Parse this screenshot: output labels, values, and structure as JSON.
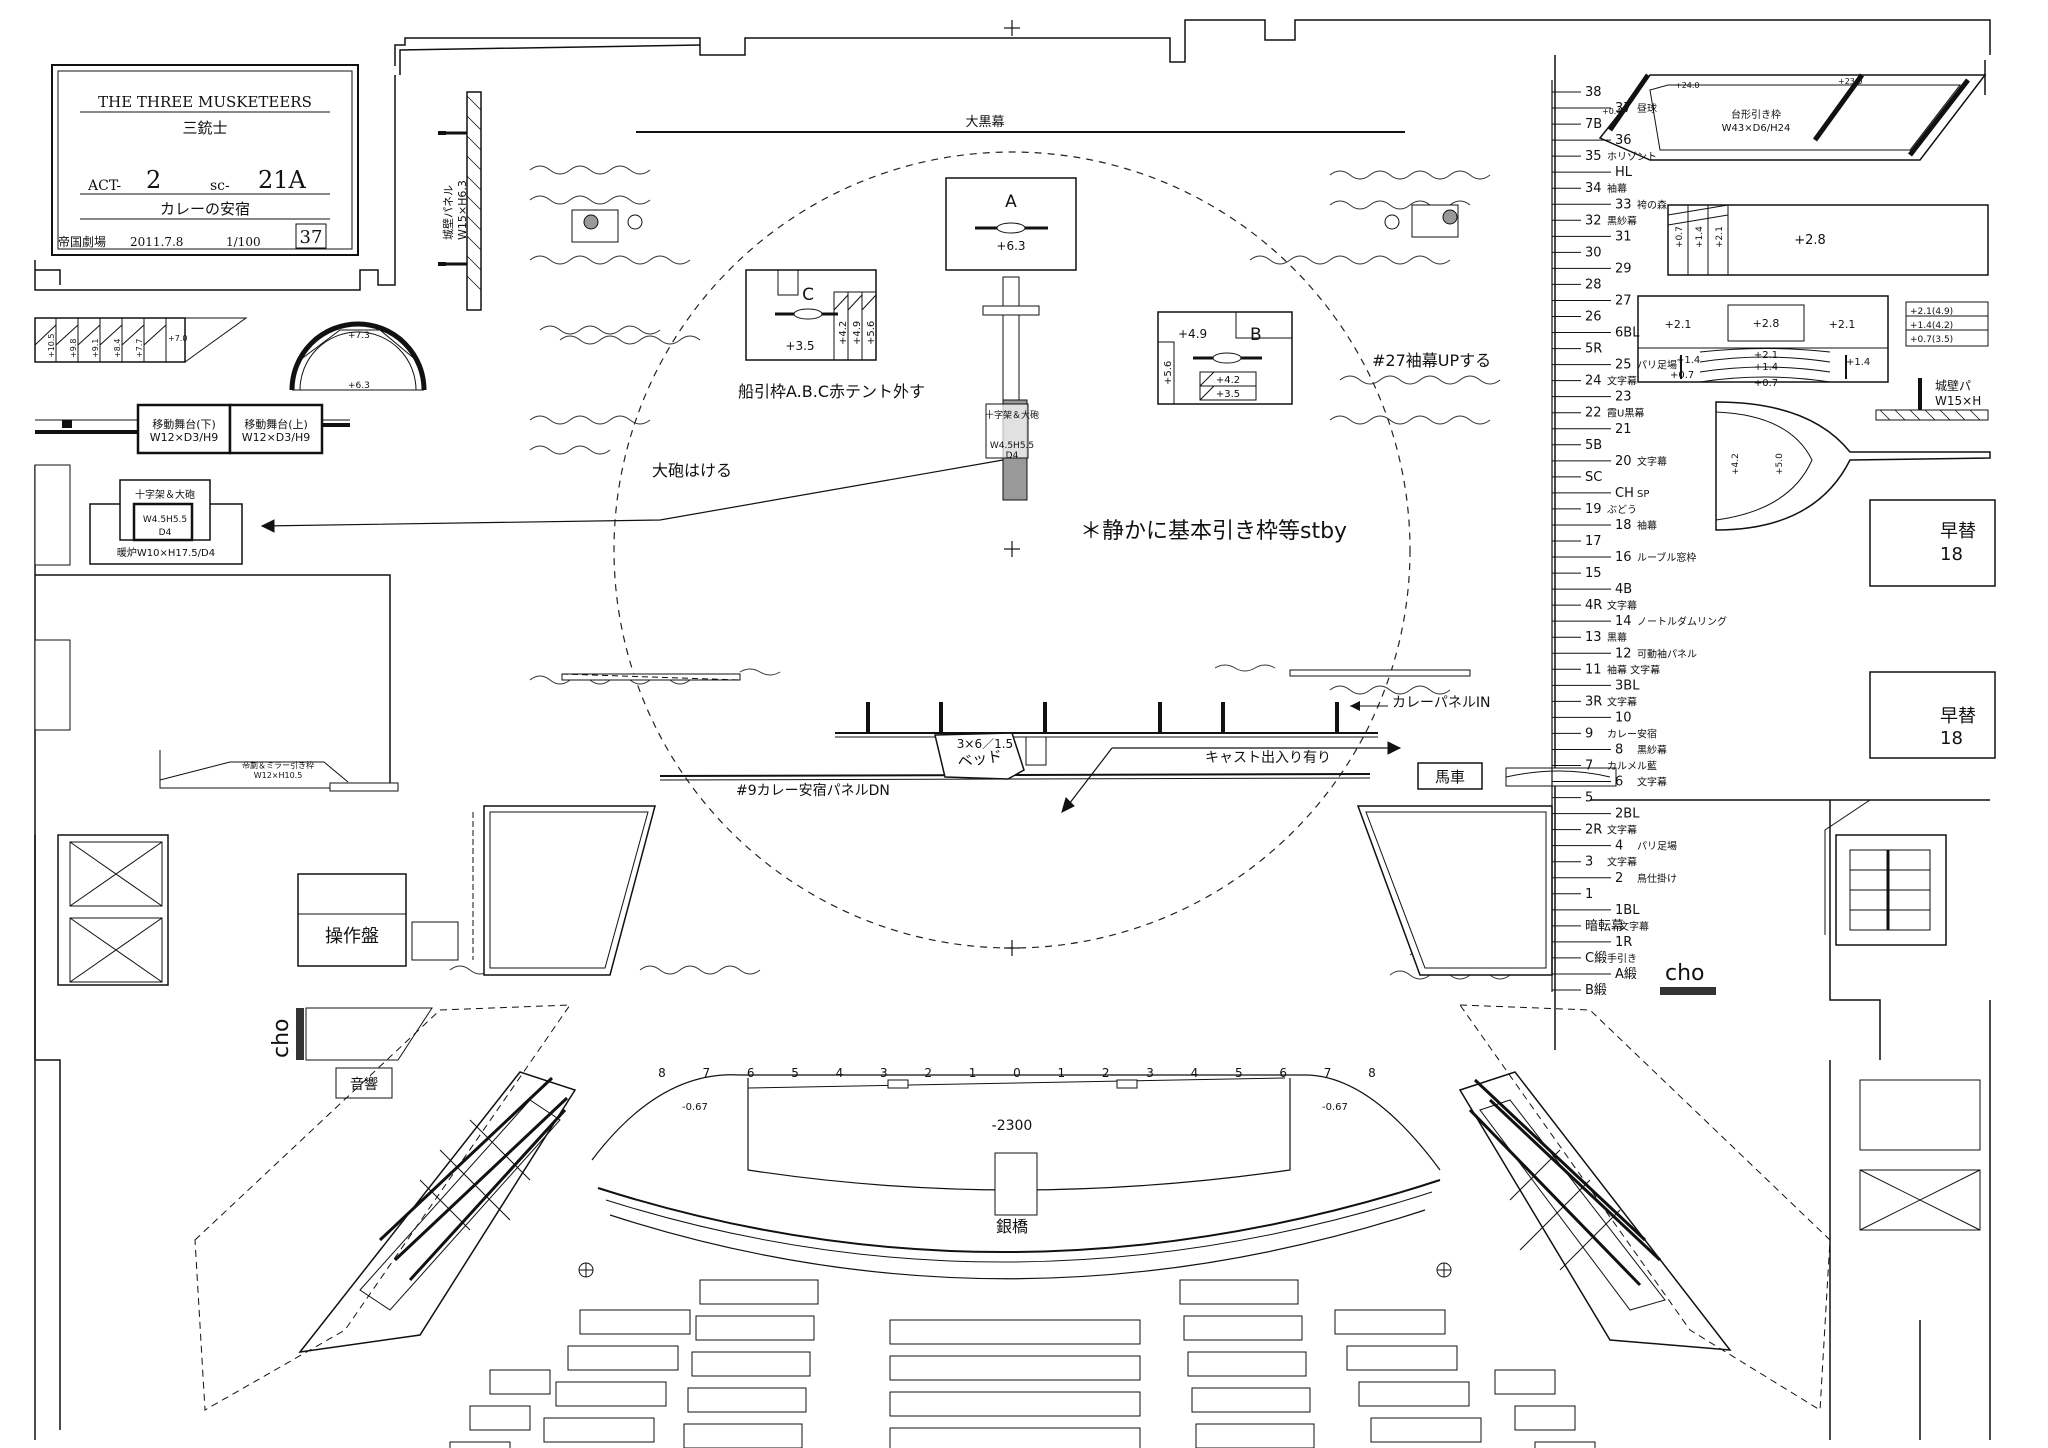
{
  "title_block": {
    "title_en": "THE THREE MUSKETEERS",
    "title_ja": "三銃士",
    "act_label": "ACT-",
    "act_value": "2",
    "scene_label": "sc-",
    "scene_value": "21A",
    "scene_name": "カレーの安宿",
    "venue": "帝国劇場",
    "date": "2011.7.8",
    "scale": "1/100",
    "page_no": "37"
  },
  "annotations": {
    "big_black_drop": "大黒幕",
    "castle_wall_panel": "城壁パネル",
    "castle_wall_size": "W15×H6.3",
    "ship_frames_note": "船引枠A.B.C赤テント外す",
    "cannon_note": "大砲はける",
    "quiet_stby": "＊静かに基本引き枠等stby",
    "sleeve_up": "#27袖幕UPする",
    "calais_panel_in": "カレーパネルIN",
    "cast_entry": "キャスト出入り有り",
    "calais_panel_dn": "#9カレー安宿パネルDN",
    "bed_size": "3×6／1.5",
    "bed_label": "ベッド",
    "carriage": "馬車",
    "control_panel": "操作盤",
    "sound": "音響",
    "cho_left": "cho",
    "cho_right": "cho",
    "silver_bridge": "銀橋",
    "pit_depth": "-2300",
    "pit_left_level": "-0.67",
    "pit_right_level": "-0.67",
    "trapezoid_frame": "台形引き枠",
    "trapezoid_size": "W43×D6/H24",
    "castle_wall_right": "城壁パ",
    "castle_wall_right_size": "W15×H",
    "quick_change_1": "早替",
    "quick_change_1_no": "18",
    "quick_change_2": "早替",
    "quick_change_2_no": "18"
  },
  "platforms": {
    "A": {
      "label": "A",
      "height": "+6.3"
    },
    "B": {
      "label": "B",
      "height": "+4.9",
      "h2": "+4.2",
      "h3": "+3.5",
      "h4": "+5.6"
    },
    "C": {
      "label": "C",
      "height": "+3.5",
      "h2": "+4.2",
      "h3": "+4.9",
      "h4": "+5.6"
    },
    "cross_cannon": {
      "label": "十字架＆大砲",
      "size": "W4.5H5.5",
      "d": "D4"
    },
    "cross_cannon_left": {
      "label": "十字架＆大砲",
      "size": "W4.5H5.5",
      "d": "D4",
      "stove": "暖炉W10×H17.5/D4"
    },
    "moving_stage_lower": {
      "label": "移動舞台(下)",
      "size": "W12×D3/H9"
    },
    "moving_stage_upper": {
      "label": "移動舞台(上)",
      "size": "W12×D3/H9"
    },
    "mirror_frame": {
      "label": "帝劇＆ミラー引き枠",
      "size": "W12×H10.5"
    },
    "left_steps": [
      "+10.5",
      "+9.8",
      "+9.1",
      "+8.4",
      "+7.7",
      "+7.0"
    ],
    "arch": [
      "+7.3",
      "+6.3"
    ],
    "right_tower": {
      "big": "+2.8",
      "small": [
        "+0.7",
        "+1.4",
        "+2.1"
      ]
    },
    "right_steps": {
      "left": "+2.1",
      "mid": "+2.8",
      "right": "+2.1",
      "a": "+1.4",
      "b": "+2.1",
      "c": "+1.4",
      "d": "+1.4",
      "e": "+0.7",
      "f": "+0.7",
      "list": [
        "+2.1(4.9)",
        "+1.4(4.2)",
        "+0.7(3.5)"
      ]
    },
    "trapezoid_heights": [
      "+24.0",
      "+23.0",
      "+0.4",
      "+24.0"
    ],
    "ship_prow": [
      "+4.2",
      "+5.0"
    ]
  },
  "batten_list": [
    {
      "code": "38",
      "name": ""
    },
    {
      "code": "37",
      "name": "昼球"
    },
    {
      "code": "7B",
      "name": ""
    },
    {
      "code": "36",
      "name": ""
    },
    {
      "code": "35",
      "name": "ホリゾント"
    },
    {
      "code": "HL",
      "name": ""
    },
    {
      "code": "34",
      "name": "袖幕"
    },
    {
      "code": "33",
      "name": "袴の森"
    },
    {
      "code": "32",
      "name": "黒紗幕"
    },
    {
      "code": "31",
      "name": ""
    },
    {
      "code": "30",
      "name": ""
    },
    {
      "code": "29",
      "name": ""
    },
    {
      "code": "28",
      "name": ""
    },
    {
      "code": "27",
      "name": ""
    },
    {
      "code": "26",
      "name": ""
    },
    {
      "code": "6BL",
      "name": ""
    },
    {
      "code": "5R",
      "name": ""
    },
    {
      "code": "25",
      "name": "パリ足場"
    },
    {
      "code": "24",
      "name": "文字幕"
    },
    {
      "code": "23",
      "name": ""
    },
    {
      "code": "22",
      "name": "霞U黒幕"
    },
    {
      "code": "21",
      "name": ""
    },
    {
      "code": "5B",
      "name": ""
    },
    {
      "code": "20",
      "name": "文字幕"
    },
    {
      "code": "SC",
      "name": ""
    },
    {
      "code": "CH",
      "name": "SP"
    },
    {
      "code": "19",
      "name": "ぶどう"
    },
    {
      "code": "18",
      "name": "袖幕"
    },
    {
      "code": "17",
      "name": ""
    },
    {
      "code": "16",
      "name": "ルーブル窓枠"
    },
    {
      "code": "15",
      "name": ""
    },
    {
      "code": "4B",
      "name": ""
    },
    {
      "code": "4R",
      "name": "文字幕"
    },
    {
      "code": "14",
      "name": "ノートルダムリング"
    },
    {
      "code": "13",
      "name": "黒幕"
    },
    {
      "code": "12",
      "name": "可動袖パネル"
    },
    {
      "code": "11",
      "name": "袖幕 文字幕"
    },
    {
      "code": "3BL",
      "name": ""
    },
    {
      "code": "3R",
      "name": "文字幕"
    },
    {
      "code": "10",
      "name": ""
    },
    {
      "code": "9",
      "name": "カレー安宿"
    },
    {
      "code": "8",
      "name": "黒紗幕"
    },
    {
      "code": "7",
      "name": "カルメル藍"
    },
    {
      "code": "6",
      "name": "文字幕"
    },
    {
      "code": "5",
      "name": ""
    },
    {
      "code": "2BL",
      "name": ""
    },
    {
      "code": "2R",
      "name": "文字幕"
    },
    {
      "code": "4",
      "name": "パリ足場"
    },
    {
      "code": "3",
      "name": "文字幕"
    },
    {
      "code": "2",
      "name": "鳥仕掛け"
    },
    {
      "code": "1",
      "name": ""
    },
    {
      "code": "1BL",
      "name": ""
    },
    {
      "code": "暗転幕",
      "name": "文字幕"
    },
    {
      "code": "1R",
      "name": ""
    },
    {
      "code": "C緞",
      "name": "手引き"
    },
    {
      "code": "A緞",
      "name": ""
    },
    {
      "code": "B緞",
      "name": ""
    }
  ],
  "seat_numbers": [
    "8",
    "7",
    "6",
    "5",
    "4",
    "3",
    "2",
    "1",
    "0",
    "1",
    "2",
    "3",
    "4",
    "5",
    "6",
    "7",
    "8"
  ]
}
